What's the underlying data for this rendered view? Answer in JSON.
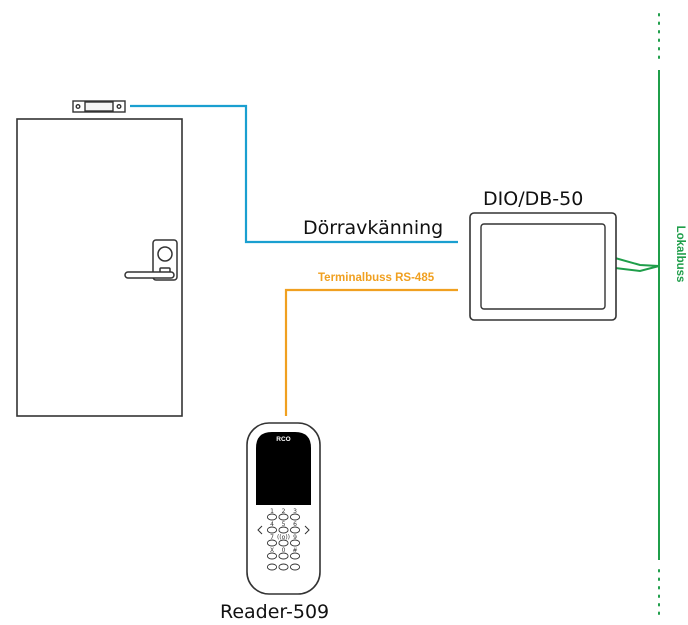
{
  "colors": {
    "door_sensor": "#1a9fd0",
    "terminal_bus": "#f0a020",
    "local_bus": "#1f9e4a",
    "outline": "#333333"
  },
  "labels": {
    "controller": "DIO/DB-50",
    "door_sensor": "Dörravkänning",
    "terminal_bus": "Terminalbuss RS-485",
    "local_bus": "Lokalbuss",
    "reader": "Reader-509",
    "reader_brand": "RCO"
  },
  "keypad": {
    "rows": [
      [
        "1",
        "2",
        "3"
      ],
      [
        "4",
        "5",
        "6"
      ],
      [
        "7",
        "((o))",
        "9"
      ],
      [
        "X",
        "0",
        "#"
      ],
      [
        "",
        "",
        ""
      ]
    ]
  },
  "icons": [
    "door-icon",
    "door-handle-icon",
    "door-lock-icon",
    "magnetic-contact-icon",
    "controller-box-icon",
    "card-reader-icon"
  ]
}
